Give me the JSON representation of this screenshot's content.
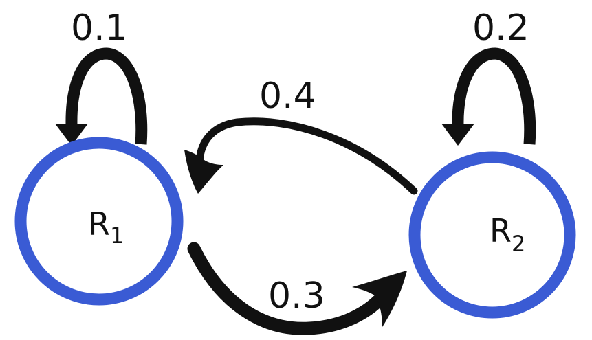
{
  "colors": {
    "state_ring": "#3a5bd4",
    "arrow": "#111111",
    "background": "#ffffff"
  },
  "states": [
    {
      "id": "R1",
      "letter": "R",
      "subscript": "1"
    },
    {
      "id": "R2",
      "letter": "R",
      "subscript": "2"
    }
  ],
  "transitions": [
    {
      "from": "R1",
      "to": "R1",
      "label": "0.1"
    },
    {
      "from": "R2",
      "to": "R2",
      "label": "0.2"
    },
    {
      "from": "R2",
      "to": "R1",
      "label": "0.4"
    },
    {
      "from": "R1",
      "to": "R2",
      "label": "0.3"
    }
  ]
}
